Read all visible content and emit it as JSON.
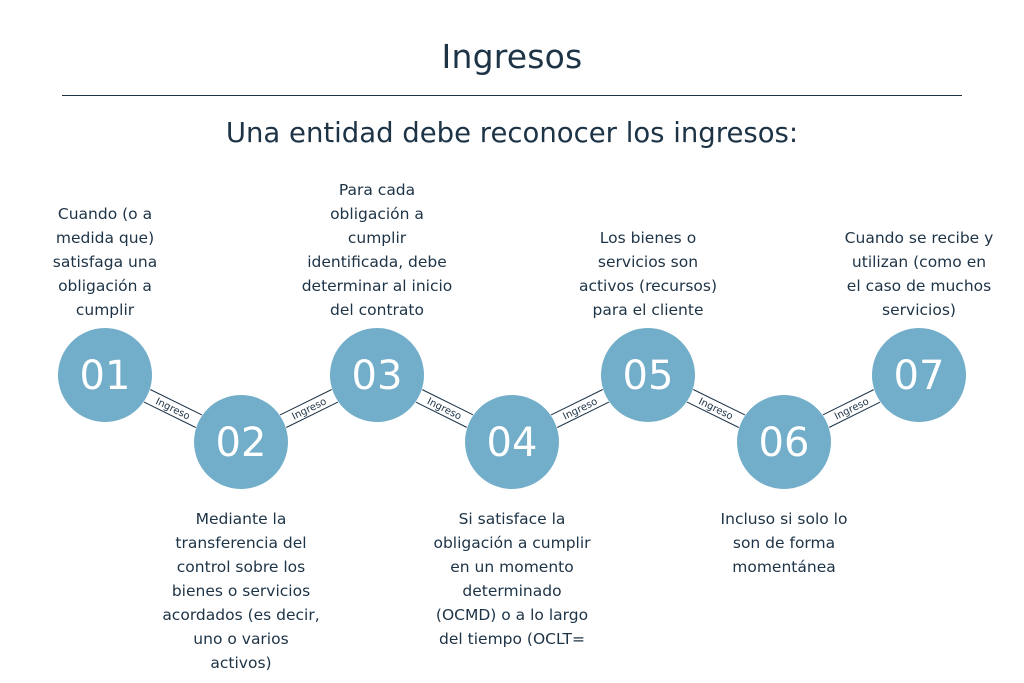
{
  "title": "Ingresos",
  "subtitle": "Una entidad debe reconocer los ingresos:",
  "colors": {
    "circle": "#72aec9",
    "text": "#1d3346",
    "connector": "#1d3346"
  },
  "connector_label": "Ingreso",
  "steps": [
    {
      "number": "01",
      "lines": [
        "Cuando (o a",
        "medida que)",
        "satisfaga una",
        "obligación a",
        "cumplir"
      ]
    },
    {
      "number": "02",
      "lines": [
        "Mediante la",
        "transferencia del",
        "control sobre los",
        "bienes o servicios",
        "acordados (es decir,",
        "uno o varios",
        "activos)"
      ]
    },
    {
      "number": "03",
      "lines": [
        "Para cada",
        "obligación a",
        "cumplir",
        "identificada, debe",
        "determinar al inicio",
        "del contrato"
      ]
    },
    {
      "number": "04",
      "lines": [
        "Si satisface la",
        "obligación a cumplir",
        "en un momento",
        "determinado",
        "(OCMD) o a lo largo",
        "del tiempo (OCLT="
      ]
    },
    {
      "number": "05",
      "lines": [
        "Los bienes o",
        "servicios son",
        "activos (recursos)",
        "para el cliente"
      ]
    },
    {
      "number": "06",
      "lines": [
        "Incluso si solo lo",
        "son de forma",
        "momentánea"
      ]
    },
    {
      "number": "07",
      "lines": [
        "Cuando se recibe y",
        "utilizan (como en",
        "el caso de muchos",
        "servicios)"
      ]
    }
  ]
}
